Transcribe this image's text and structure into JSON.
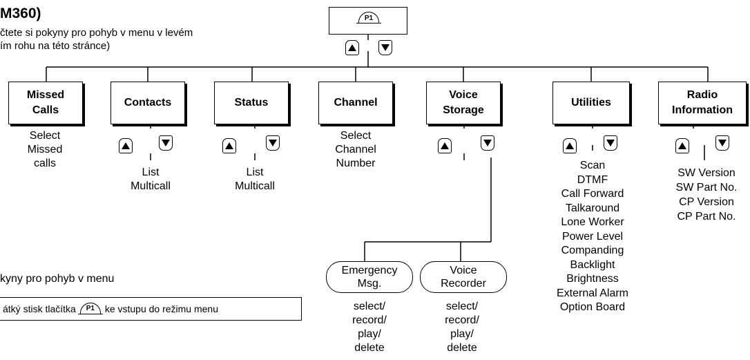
{
  "header": {
    "title": "M360)",
    "intro_line1": "čtete si pokyny pro pohyb v menu v levém",
    "intro_line2": "ím rohu na této stránce)"
  },
  "root": {
    "key_label": "P1"
  },
  "menus": [
    {
      "id": "missed-calls",
      "line1": "Missed",
      "line2": "Calls",
      "below": [
        "Select",
        "Missed",
        "calls"
      ]
    },
    {
      "id": "contacts",
      "line1": "Contacts",
      "line2": "",
      "below": [
        "List",
        "Multicall"
      ]
    },
    {
      "id": "status",
      "line1": "Status",
      "line2": "",
      "below": [
        "List",
        "Multicall"
      ]
    },
    {
      "id": "channel",
      "line1": "Channel",
      "line2": "",
      "below": [
        "Select",
        "Channel",
        "Number"
      ]
    },
    {
      "id": "voice-storage",
      "line1": "Voice",
      "line2": "Storage",
      "below": []
    },
    {
      "id": "utilities",
      "line1": "Utilities",
      "line2": "",
      "below": [
        "Scan",
        "DTMF",
        "Call Forward",
        "Talkaround",
        "Lone Worker",
        "Power Level",
        "Companding",
        "Backlight",
        "Brightness",
        "External Alarm",
        "Option Board"
      ]
    },
    {
      "id": "radio-information",
      "line1": "Radio",
      "line2": "Information",
      "below": [
        "SW Version",
        "SW Part No.",
        "CP Version",
        "CP Part No."
      ]
    }
  ],
  "voice_submenu": [
    {
      "line1": "Emergency",
      "line2": "Msg.",
      "below": [
        "select/",
        "record/",
        "play/",
        "delete"
      ]
    },
    {
      "line1": "Voice",
      "line2": "Recorder",
      "below": [
        "select/",
        "record/",
        "play/",
        "delete"
      ]
    }
  ],
  "navigation_note": "kyny pro pohyb v menu",
  "instruction": {
    "before": "átký stisk tlačítka",
    "key_label": "P1",
    "after": "ke vstupu do režimu menu"
  }
}
